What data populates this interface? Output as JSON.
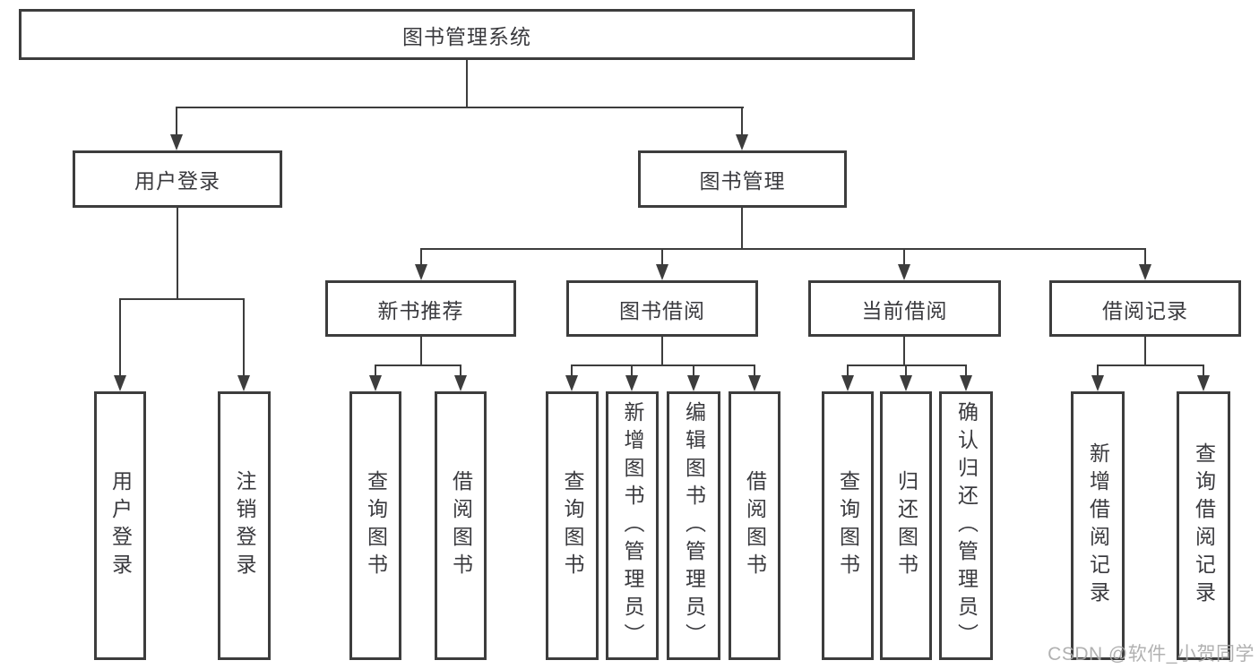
{
  "diagram_type": "feature-tree",
  "tree": {
    "label": "图书管理系统",
    "children": [
      {
        "label": "用户登录",
        "children": [
          {
            "label": "用户登录"
          },
          {
            "label": "注销登录"
          }
        ]
      },
      {
        "label": "图书管理",
        "children": [
          {
            "label": "新书推荐",
            "children": [
              {
                "label": "查询图书"
              },
              {
                "label": "借阅图书"
              }
            ]
          },
          {
            "label": "图书借阅",
            "children": [
              {
                "label": "查询图书"
              },
              {
                "label": "新增图书（管理员）"
              },
              {
                "label": "编辑图书（管理员）"
              },
              {
                "label": "借阅图书"
              }
            ]
          },
          {
            "label": "当前借阅",
            "children": [
              {
                "label": "查询图书"
              },
              {
                "label": "归还图书"
              },
              {
                "label": "确认归还（管理员）"
              }
            ]
          },
          {
            "label": "借阅记录",
            "children": [
              {
                "label": "新增借阅记录"
              },
              {
                "label": "查询借阅记录"
              }
            ]
          }
        ]
      }
    ]
  },
  "watermark": {
    "text": "CSDN @软件_小贺同学"
  },
  "colors": {
    "line": "#3d3d3d",
    "box_border": "#3d3d3d",
    "text": "#3a3a3e",
    "background": "#ffffff",
    "watermark": "#a9a9a9"
  }
}
